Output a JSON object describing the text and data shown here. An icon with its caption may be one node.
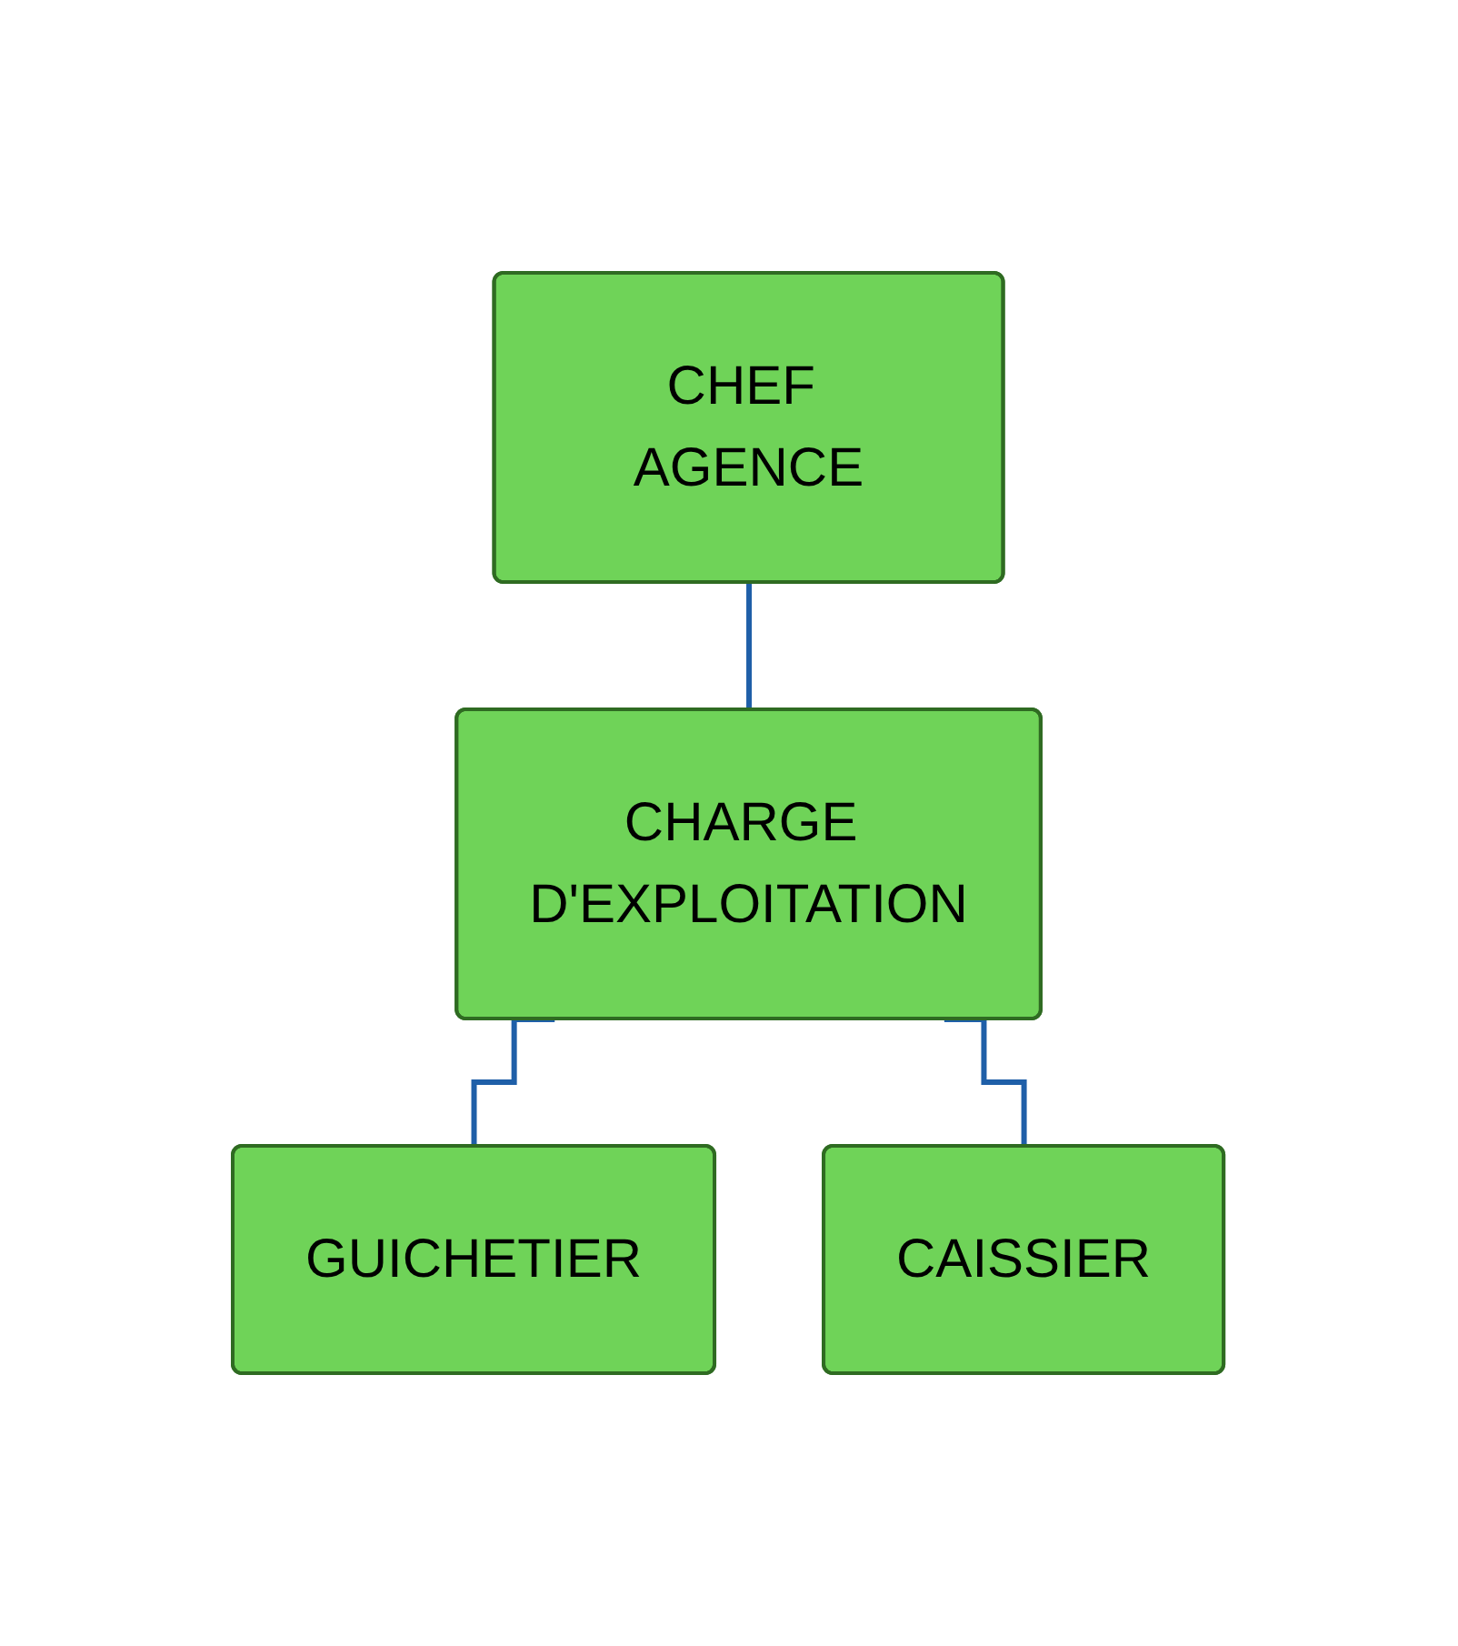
{
  "diagram": {
    "nodes": [
      {
        "text": [
          "CHEF AGENCE"
        ]
      },
      {
        "text": [
          "CHARGE D'EXPLOITATION"
        ]
      },
      {
        "text": [
          "GUICHETIER"
        ]
      },
      {
        "text": [
          "CAISSIER"
        ]
      }
    ],
    "edges": [
      {
        "from": 0,
        "to": 1,
        "arrow": "none"
      },
      {
        "from": 1,
        "to": 2,
        "arrow": "none"
      },
      {
        "from": 1,
        "to": 3,
        "arrow": "none"
      }
    ]
  }
}
